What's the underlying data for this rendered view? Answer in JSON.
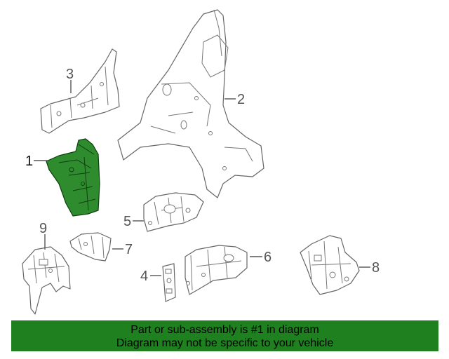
{
  "diagram": {
    "highlighted_part": "1",
    "highlight_color": "#2e8b2e",
    "callouts": [
      "1",
      "2",
      "3",
      "4",
      "5",
      "6",
      "7",
      "8",
      "9"
    ]
  },
  "banner": {
    "line1": "Part or sub-assembly is #1 in diagram",
    "line2": "Diagram may not be specific to your vehicle",
    "background": "#1f801f"
  }
}
